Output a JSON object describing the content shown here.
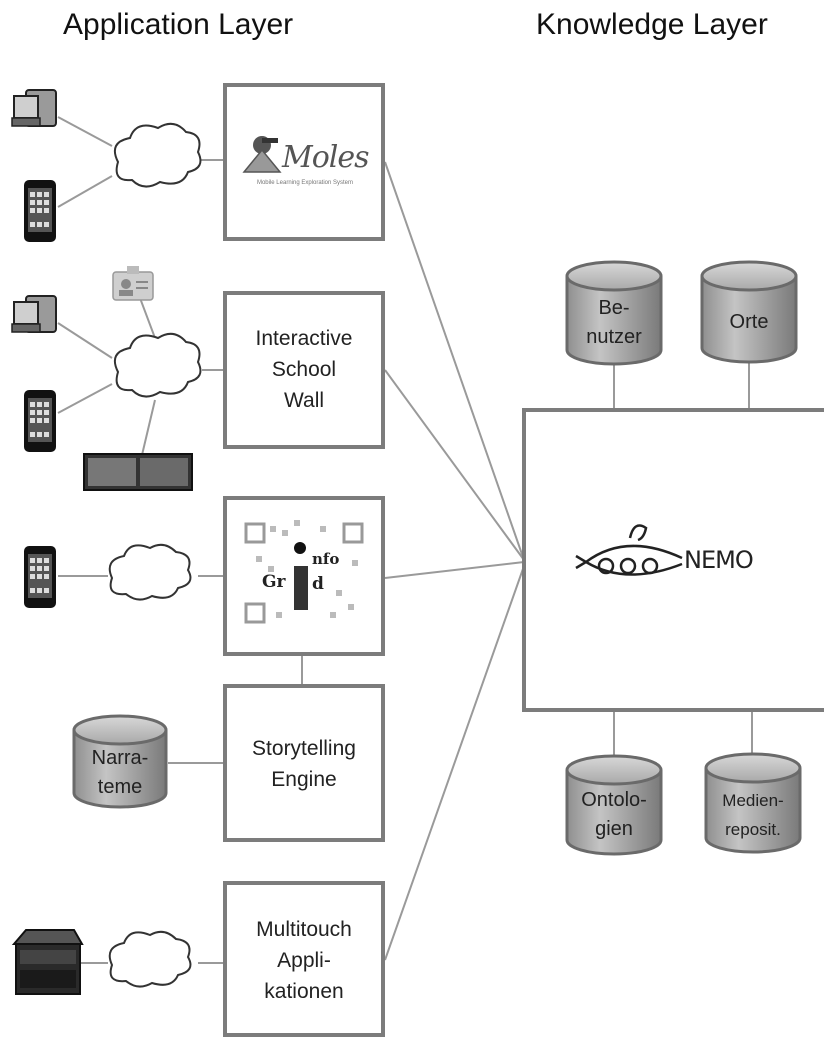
{
  "headers": {
    "application_layer": "Application Layer",
    "knowledge_layer": "Knowledge Layer"
  },
  "applications": {
    "moles": {
      "logo_text": "Moles",
      "tagline": "Mobile Learning Exploration System"
    },
    "school_wall": {
      "line1": "Interactive",
      "line2": "School",
      "line3": "Wall"
    },
    "infogrid": {
      "logo_info": "nfo",
      "logo_grid": "Gr",
      "logo_d": "d",
      "logo_i": "I"
    },
    "storytelling": {
      "line1": "Storytelling",
      "line2": "Engine"
    },
    "multitouch": {
      "line1": "Multitouch",
      "line2": "Appli-",
      "line3": "kationen"
    }
  },
  "databases": {
    "narrateme": {
      "line1": "Narra-",
      "line2": "teme"
    },
    "benutzer": {
      "line1": "Be-",
      "line2": "nutzer"
    },
    "orte": {
      "line1": "Orte"
    },
    "ontologien": {
      "line1": "Ontolo-",
      "line2": "gien"
    },
    "medienrepository": {
      "line1": "Medien-",
      "line2": "reposit."
    }
  },
  "knowledge": {
    "nemo_logo_text": "NEMO"
  },
  "icons": [
    "desktop-computer-icon",
    "smartphone-icon",
    "cloud-icon",
    "id-card-icon",
    "display-screens-icon",
    "multitouch-table-icon",
    "database-icon",
    "qr-code-icon",
    "submarine-icon"
  ]
}
